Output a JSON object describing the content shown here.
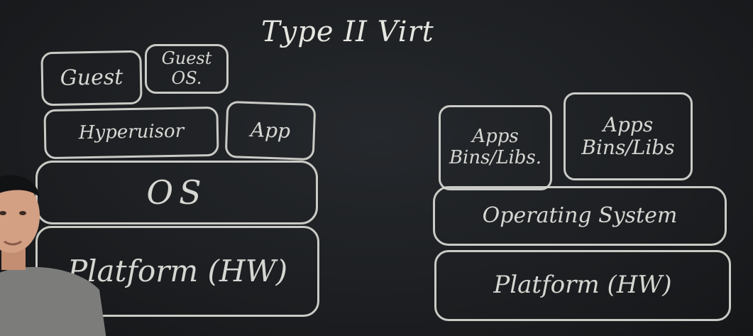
{
  "title": "Type II Virt",
  "left_stack": {
    "guest": "Guest",
    "guest_os": "Guest OS.",
    "hypervisor": "Hyperuisor",
    "app": "App",
    "os": "OS",
    "platform": "Platform (HW)"
  },
  "right_stack": {
    "apps_bins_1_line1": "Apps",
    "apps_bins_1_line2": "Bins/Libs.",
    "apps_bins_2_line1": "Apps",
    "apps_bins_2_line2": "Bins/Libs",
    "operating_system": "Operating System",
    "platform": "Platform (HW)"
  },
  "colors": {
    "board": "#1c1e21",
    "chalk": "#d9d9d4"
  }
}
